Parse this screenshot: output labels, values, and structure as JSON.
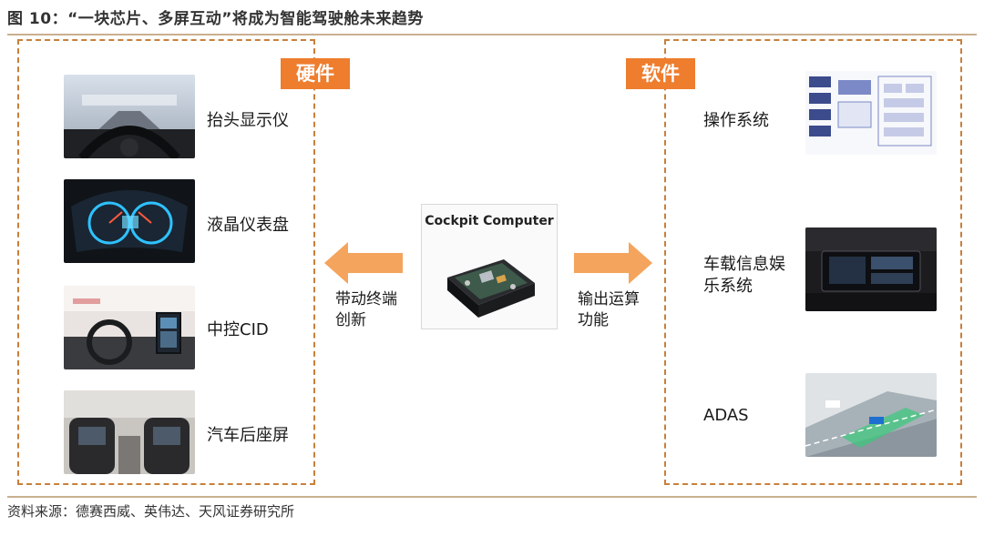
{
  "title": "图 10：“一块芯片、多屏互动”将成为智能驾驶舱未来趋势",
  "source": "资料来源：德赛西威、英伟达、天风证券研究所",
  "hardware": {
    "badge": "硬件",
    "items": [
      {
        "label": "抬头显示仪"
      },
      {
        "label": "液晶仪表盘"
      },
      {
        "label": "中控CID"
      },
      {
        "label": "汽车后座屏"
      }
    ]
  },
  "software": {
    "badge": "软件",
    "items": [
      {
        "label": "操作系统"
      },
      {
        "label": "车载信息娱乐系统"
      },
      {
        "label": "ADAS"
      }
    ]
  },
  "center": {
    "title": "Cockpit Computer",
    "left_arrow_text": "带动终端创新",
    "right_arrow_text": "输出运算功能"
  },
  "colors": {
    "accent": "#ee7d2e",
    "dashed_border": "#c8803a",
    "rule": "#c9b08f"
  }
}
